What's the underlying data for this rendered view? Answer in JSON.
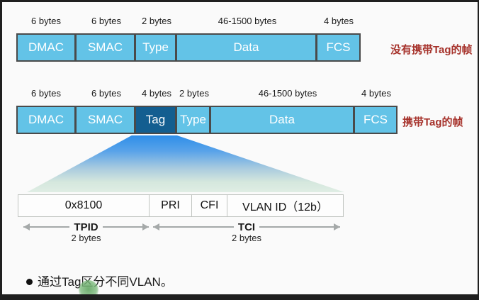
{
  "frames": [
    {
      "kind": "untagged",
      "byte_labels": [
        "6 bytes",
        "6 bytes",
        "2 bytes",
        "46-1500 bytes",
        "4 bytes"
      ],
      "fields": [
        {
          "label": "DMAC"
        },
        {
          "label": "SMAC"
        },
        {
          "label": "Type"
        },
        {
          "label": "Data"
        },
        {
          "label": "FCS"
        }
      ],
      "annotation": "没有携带Tag的帧"
    },
    {
      "kind": "tagged",
      "byte_labels": [
        "6 bytes",
        "6 bytes",
        "4 bytes",
        "2 bytes",
        "46-1500 bytes",
        "4 bytes"
      ],
      "fields": [
        {
          "label": "DMAC"
        },
        {
          "label": "SMAC"
        },
        {
          "label": "Tag",
          "highlighted": true
        },
        {
          "label": "Type"
        },
        {
          "label": "Data"
        },
        {
          "label": "FCS"
        }
      ],
      "annotation": "携带Tag的帧"
    }
  ],
  "tag_detail": {
    "cells": [
      "0x8100",
      "PRI",
      "CFI",
      "VLAN ID（12b）"
    ],
    "spans": [
      {
        "label": "TPID",
        "sub": "2 bytes"
      },
      {
        "label": "TCI",
        "sub": "2 bytes"
      }
    ]
  },
  "bullet": {
    "text": "通过Tag区分不同VLAN。"
  },
  "colors": {
    "field_blue": "#63C3E7",
    "tag_dark_blue": "#135E90",
    "annotation_red": "#A6322B",
    "funnel_top": "#2E8EE9",
    "funnel_bottom": "#DFEDE4",
    "arrow_gray": "#A5A9A9"
  }
}
